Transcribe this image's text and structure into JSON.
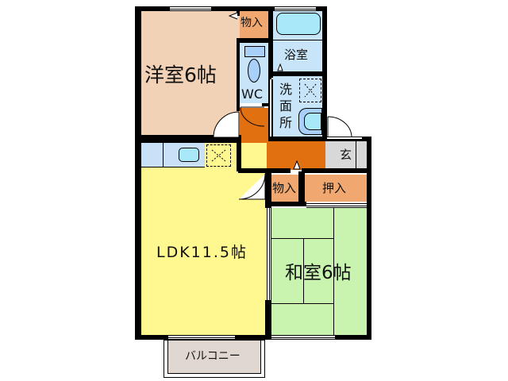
{
  "floorplan": {
    "rooms": {
      "western_room": {
        "label": "洋室6帖",
        "color": "#f2d2b6"
      },
      "storage_top": {
        "label": "物入",
        "color": "#f0a870"
      },
      "bathroom": {
        "label": "浴室",
        "color": "#c8e4f8"
      },
      "toilet": {
        "label": "WC",
        "color": "#c8e4f8"
      },
      "washroom": {
        "label": "洗\n面\n所",
        "label_lines": [
          "洗",
          "面",
          "所"
        ],
        "color": "#c8e4f8"
      },
      "hallway": {
        "color": "#e07010"
      },
      "entrance": {
        "label": "玄",
        "color": "#d8d8d8"
      },
      "kitchen_counter": {
        "color": "#c8e0f8"
      },
      "ldk": {
        "label": "LDK11.5帖",
        "color": "#fff890"
      },
      "storage_mid": {
        "label": "物入",
        "color": "#f0a870"
      },
      "closet": {
        "label": "押入",
        "color": "#f0a870"
      },
      "japanese_room": {
        "label": "和室6帖",
        "color": "#c8f4b0"
      },
      "balcony": {
        "label": "バルコニー",
        "color": "#e0d8d0"
      }
    },
    "colors": {
      "wall": "#000000",
      "fixture": "#a8e8f8",
      "background": "#ffffff"
    }
  }
}
